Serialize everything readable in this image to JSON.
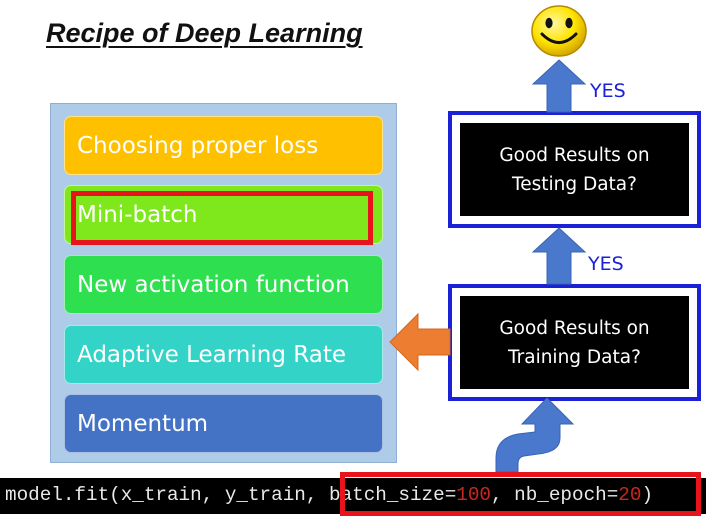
{
  "title": "Recipe of Deep Learning",
  "techniques": [
    {
      "label": "Choosing proper loss",
      "color": "#ffc000"
    },
    {
      "label": "Mini-batch",
      "color": "#7fe81c"
    },
    {
      "label": "New activation function",
      "color": "#2ee050"
    },
    {
      "label": "Adaptive Learning Rate",
      "color": "#34d3c8"
    },
    {
      "label": "Momentum",
      "color": "#4472c4"
    }
  ],
  "highlighted_technique": "Mini-batch",
  "flow": {
    "testing": {
      "line1": "Good Results on",
      "line2": "Testing Data?"
    },
    "training": {
      "line1": "Good Results on",
      "line2": "Training Data?"
    },
    "yes_top": "YES",
    "yes_mid": "YES"
  },
  "code": {
    "prefix": "model.fit(x_train, y_train, ",
    "batch_key": "batch_size=",
    "batch_value": "100",
    "sep": ", ",
    "epoch_key": "nb_epoch=",
    "epoch_value": "20",
    "suffix": ")"
  },
  "colors": {
    "highlight_red": "#e8141b",
    "flow_blue": "#1a21d6",
    "arrow_blue": "#4a78cc",
    "arrow_orange": "#ed7d31"
  }
}
